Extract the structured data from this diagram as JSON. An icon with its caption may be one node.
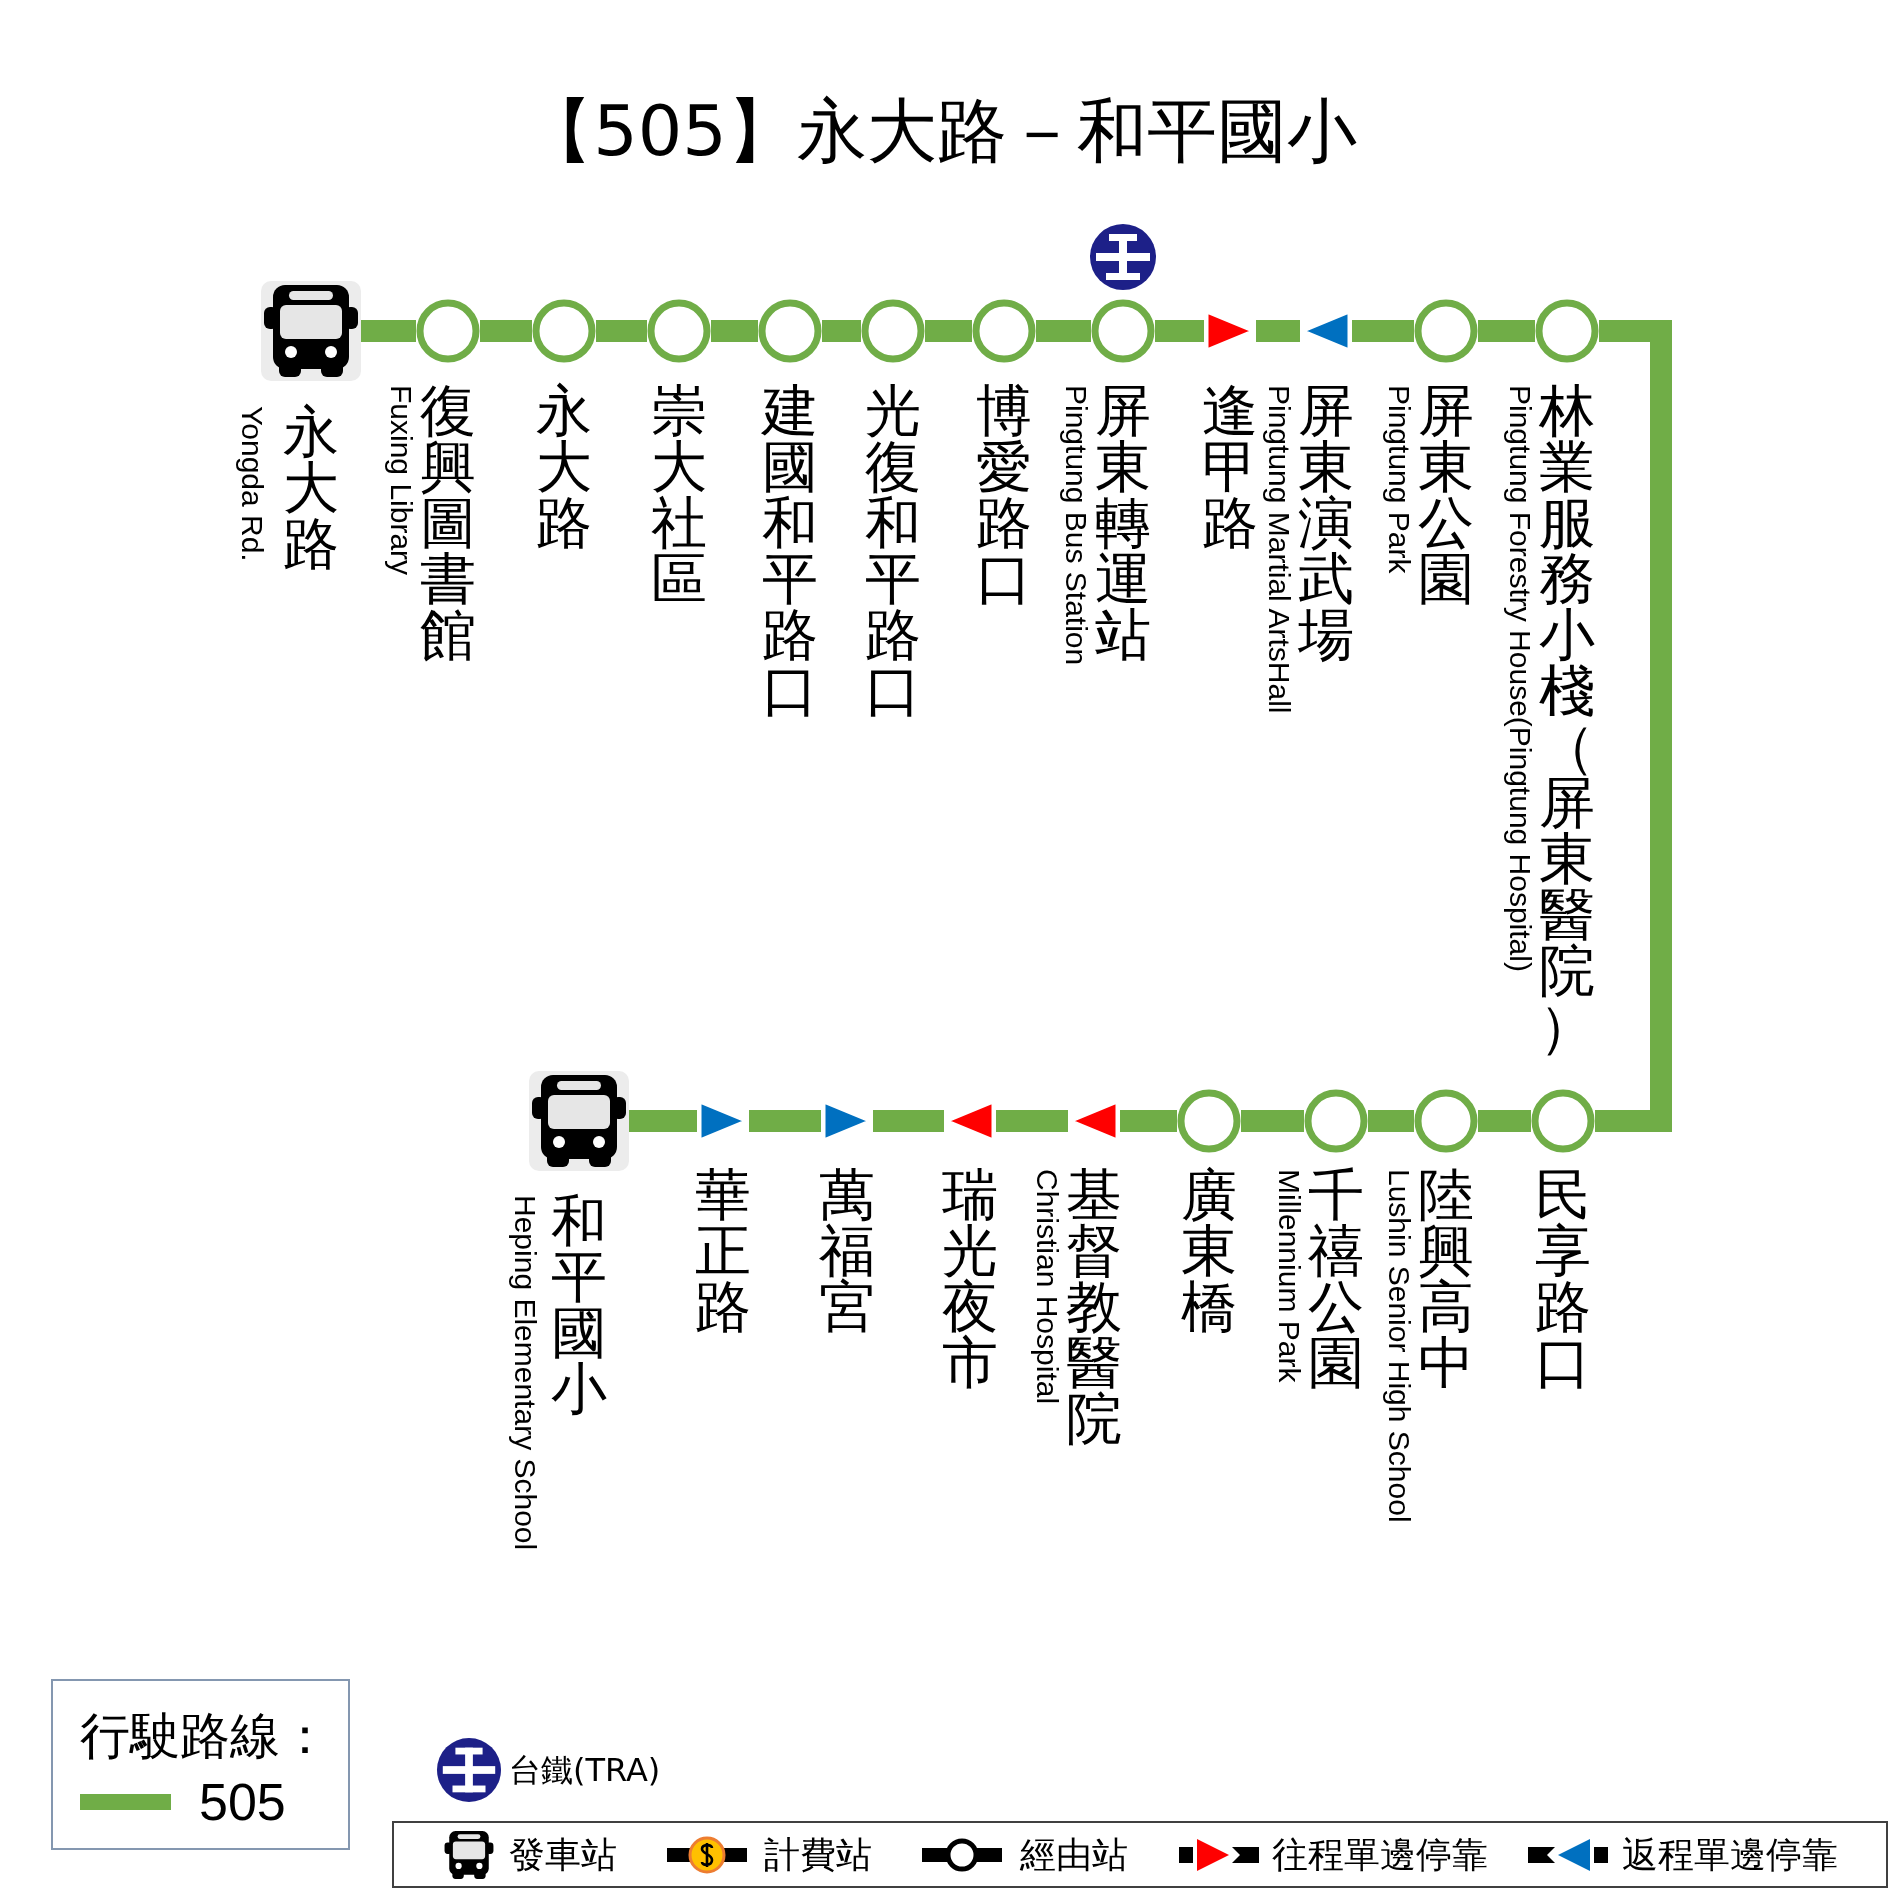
{
  "diagram": {
    "title": "【505】永大路－和平國小",
    "nodes": [
      {
        "text": [
          "永大路",
          "Yongda Rd."
        ]
      },
      {
        "text": [
          "復興圖書館",
          "Fuxing Library"
        ]
      },
      {
        "text": [
          "永大路"
        ]
      },
      {
        "text": [
          "崇大社區"
        ]
      },
      {
        "text": [
          "建國和平路口"
        ]
      },
      {
        "text": [
          "光復和平路口"
        ]
      },
      {
        "text": [
          "博愛路口"
        ]
      },
      {
        "text": [
          "屏東轉運站",
          "Pingtung Bus Station"
        ]
      },
      {
        "text": [
          "逢甲路"
        ]
      },
      {
        "text": [
          "屏東演武場",
          "Pingtung Martial ArtsHall"
        ]
      },
      {
        "text": [
          "屏東公園",
          "Pingtung Park"
        ]
      },
      {
        "text": [
          "林業服務小棧（屏東醫院）",
          "Pingtung Forestry House(Pingtung Hospital)"
        ]
      },
      {
        "text": [
          "民享路口"
        ]
      },
      {
        "text": [
          "陸興高中",
          "Lushin Senior High School"
        ]
      },
      {
        "text": [
          "千禧公園",
          "Millennium Park"
        ]
      },
      {
        "text": [
          "廣東橋"
        ]
      },
      {
        "text": [
          "基督教醫院",
          "Christian Hospital"
        ]
      },
      {
        "text": [
          "瑞光夜市"
        ]
      },
      {
        "text": [
          "萬福宮"
        ]
      },
      {
        "text": [
          "華正路"
        ]
      },
      {
        "text": [
          "和平國小",
          "Heping Elementary School"
        ]
      }
    ],
    "edges": [
      {
        "from": 0,
        "to": 1,
        "arrow": "none"
      },
      {
        "from": 1,
        "to": 2,
        "arrow": "none"
      },
      {
        "from": 2,
        "to": 3,
        "arrow": "none"
      },
      {
        "from": 3,
        "to": 4,
        "arrow": "none"
      },
      {
        "from": 4,
        "to": 5,
        "arrow": "none"
      },
      {
        "from": 5,
        "to": 6,
        "arrow": "none"
      },
      {
        "from": 6,
        "to": 7,
        "arrow": "none"
      },
      {
        "from": 7,
        "to": 8,
        "arrow": "none"
      },
      {
        "from": 8,
        "to": 9,
        "arrow": "none"
      },
      {
        "from": 9,
        "to": 10,
        "arrow": "none"
      },
      {
        "from": 10,
        "to": 11,
        "arrow": "none"
      },
      {
        "from": 11,
        "to": 12,
        "arrow": "none"
      },
      {
        "from": 12,
        "to": 13,
        "arrow": "none"
      },
      {
        "from": 13,
        "to": 14,
        "arrow": "none"
      },
      {
        "from": 14,
        "to": 15,
        "arrow": "none"
      },
      {
        "from": 15,
        "to": 16,
        "arrow": "none"
      },
      {
        "from": 16,
        "to": 17,
        "arrow": "none"
      },
      {
        "from": 17,
        "to": 18,
        "arrow": "none"
      },
      {
        "from": 18,
        "to": 19,
        "arrow": "none"
      },
      {
        "from": 19,
        "to": 20,
        "arrow": "none"
      }
    ],
    "labels": [
      "行駛路線："
    ],
    "legend": [
      {
        "text": "505",
        "color": "#70ad47"
      },
      {
        "text": "台鐵(TRA)"
      },
      {
        "text": "發車站"
      },
      {
        "text": "計費站"
      },
      {
        "text": "經由站"
      },
      {
        "text": "往程單邊停靠"
      },
      {
        "text": "返程單邊停靠"
      }
    ]
  }
}
